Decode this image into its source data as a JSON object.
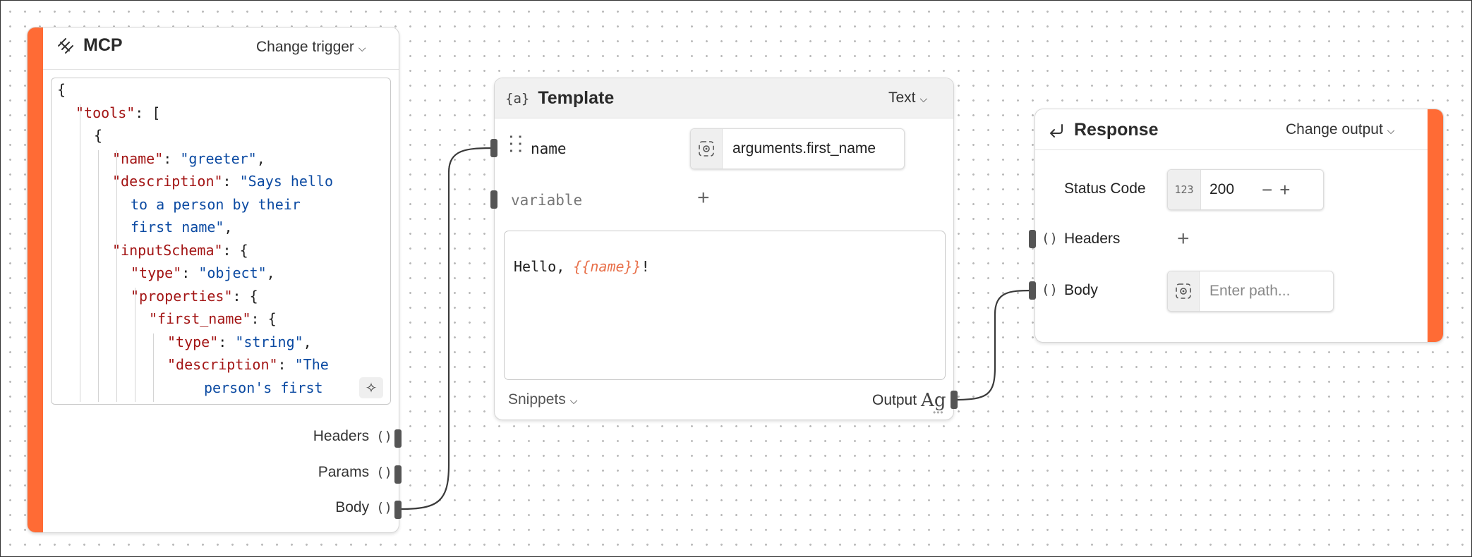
{
  "mcp_node": {
    "title": "MCP",
    "trigger_label": "Change trigger",
    "code_lines": [
      {
        "indent": 0,
        "parts": [
          {
            "t": "p",
            "v": "{"
          }
        ]
      },
      {
        "indent": 1,
        "parts": [
          {
            "t": "k",
            "v": "\"tools\""
          },
          {
            "t": "p",
            "v": ": ["
          }
        ]
      },
      {
        "indent": 2,
        "parts": [
          {
            "t": "p",
            "v": "{"
          }
        ]
      },
      {
        "indent": 3,
        "parts": [
          {
            "t": "k",
            "v": "\"name\""
          },
          {
            "t": "p",
            "v": ": "
          },
          {
            "t": "s",
            "v": "\"greeter\""
          },
          {
            "t": "p",
            "v": ","
          }
        ]
      },
      {
        "indent": 3,
        "parts": [
          {
            "t": "k",
            "v": "\"description\""
          },
          {
            "t": "p",
            "v": ": "
          },
          {
            "t": "s",
            "v": "\"Says hello"
          }
        ]
      },
      {
        "indent": 4,
        "parts": [
          {
            "t": "s",
            "v": "to a person by their"
          }
        ]
      },
      {
        "indent": 4,
        "parts": [
          {
            "t": "s",
            "v": "first name\""
          },
          {
            "t": "p",
            "v": ","
          }
        ]
      },
      {
        "indent": 3,
        "parts": [
          {
            "t": "k",
            "v": "\"inputSchema\""
          },
          {
            "t": "p",
            "v": ": {"
          }
        ]
      },
      {
        "indent": 4,
        "parts": [
          {
            "t": "k",
            "v": "\"type\""
          },
          {
            "t": "p",
            "v": ": "
          },
          {
            "t": "s",
            "v": "\"object\""
          },
          {
            "t": "p",
            "v": ","
          }
        ]
      },
      {
        "indent": 4,
        "parts": [
          {
            "t": "k",
            "v": "\"properties\""
          },
          {
            "t": "p",
            "v": ": {"
          }
        ]
      },
      {
        "indent": 5,
        "parts": [
          {
            "t": "k",
            "v": "\"first_name\""
          },
          {
            "t": "p",
            "v": ": {"
          }
        ]
      },
      {
        "indent": 6,
        "parts": [
          {
            "t": "k",
            "v": "\"type\""
          },
          {
            "t": "p",
            "v": ": "
          },
          {
            "t": "s",
            "v": "\"string\""
          },
          {
            "t": "p",
            "v": ","
          }
        ]
      },
      {
        "indent": 6,
        "parts": [
          {
            "t": "k",
            "v": "\"description\""
          },
          {
            "t": "p",
            "v": ": "
          },
          {
            "t": "s",
            "v": "\"The"
          }
        ]
      },
      {
        "indent": 8,
        "parts": [
          {
            "t": "s",
            "v": "person's first"
          }
        ]
      }
    ],
    "outputs": [
      {
        "label": "Headers",
        "paren": "()"
      },
      {
        "label": "Params",
        "paren": "()"
      },
      {
        "label": "Body",
        "paren": "()"
      }
    ],
    "ai_icon": "sparkles-icon",
    "logo_icon": "mcp-logo-icon"
  },
  "template_node": {
    "icon_text": "{a}",
    "title": "Template",
    "format_label": "Text",
    "variables": [
      {
        "name": "name",
        "value": "arguments.first_name"
      },
      {
        "name": "variable",
        "value": ""
      }
    ],
    "body_prefix": "Hello, ",
    "body_var": "{{name}}",
    "body_suffix": "!",
    "snippets_label": "Snippets",
    "output_label": "Output",
    "output_icon_text": "Ag"
  },
  "response_node": {
    "title": "Response",
    "output_label": "Change output",
    "status_label": "Status Code",
    "status_type": "123",
    "status_value": "200",
    "headers_label": "Headers",
    "body_label": "Body",
    "paren": "()",
    "body_placeholder": "Enter path...",
    "return_icon": "return-arrow-icon"
  },
  "colors": {
    "accent": "#ff6b35",
    "json_key": "#a31515",
    "json_string": "#0b4aa2",
    "template_var": "#e8704a"
  }
}
